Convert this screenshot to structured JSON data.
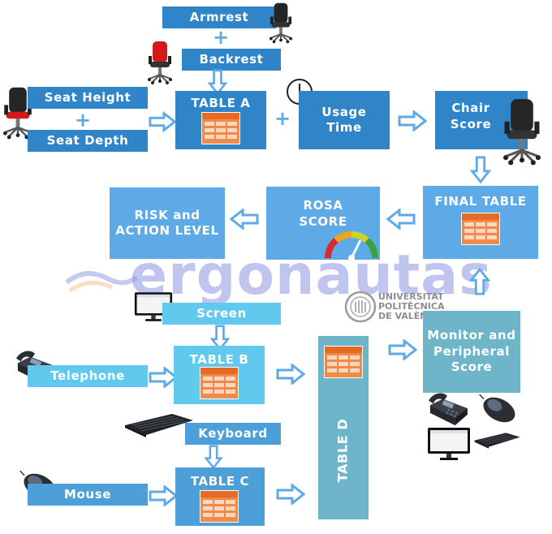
{
  "inputs": {
    "armrest": "Armrest",
    "backrest": "Backrest",
    "seat_height": "Seat Height",
    "seat_depth": "Seat Depth",
    "screen": "Screen",
    "telephone": "Telephone",
    "keyboard": "Keyboard",
    "mouse": "Mouse"
  },
  "tables": {
    "a": "TABLE A",
    "b": "TABLE B",
    "c": "TABLE C",
    "d": "TABLE D",
    "final": "FINAL TABLE"
  },
  "usage_time": [
    "Usage",
    "Time"
  ],
  "chair_score": [
    "Chair",
    "Score"
  ],
  "rosa_score": [
    "ROSA",
    "SCORE"
  ],
  "risk": [
    "RISK and",
    "ACTION LEVEL"
  ],
  "monitor": [
    "Monitor and",
    "Peripheral",
    "Score"
  ],
  "plus_sign": "+",
  "watermark": {
    "text": "ergonautas",
    "university": [
      "UNIVERSITAT",
      "POLITÈCNICA",
      "DE VALÈNCIA"
    ]
  },
  "colors": {
    "dark_blue": "#2f85c8",
    "mid_blue": "#5daae6",
    "light_blue": "#62c9ee",
    "teal": "#6eb5c9",
    "table_orange": "#f08a4b"
  },
  "icons": [
    "office-chair-icon",
    "clock-icon",
    "table-grid-icon",
    "gauge-icon",
    "monitor-icon",
    "desk-phone-icon",
    "keyboard-icon",
    "mouse-icon"
  ]
}
